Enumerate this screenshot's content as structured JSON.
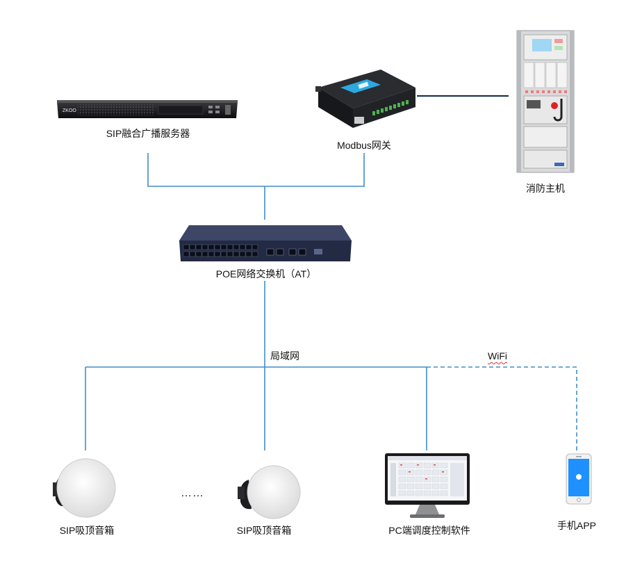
{
  "nodes": {
    "sip_server": "SIP融合广播服务器",
    "server_brand": "ZKOO",
    "modbus_gateway": "Modbus网关",
    "fire_host": "消防主机",
    "poe_switch": "POE网络交换机（AT）",
    "lan": "局域网",
    "wifi": "WiFi",
    "speaker_1": "SIP吸顶音箱",
    "ellipsis": "……",
    "speaker_2": "SIP吸顶音箱",
    "pc_software": "PC端调度控制软件",
    "mobile_app": "手机APP"
  },
  "colors": {
    "line": "#3f8ec9",
    "fire_link": "#0e2a4d",
    "wifi_underline": "#d33333"
  }
}
